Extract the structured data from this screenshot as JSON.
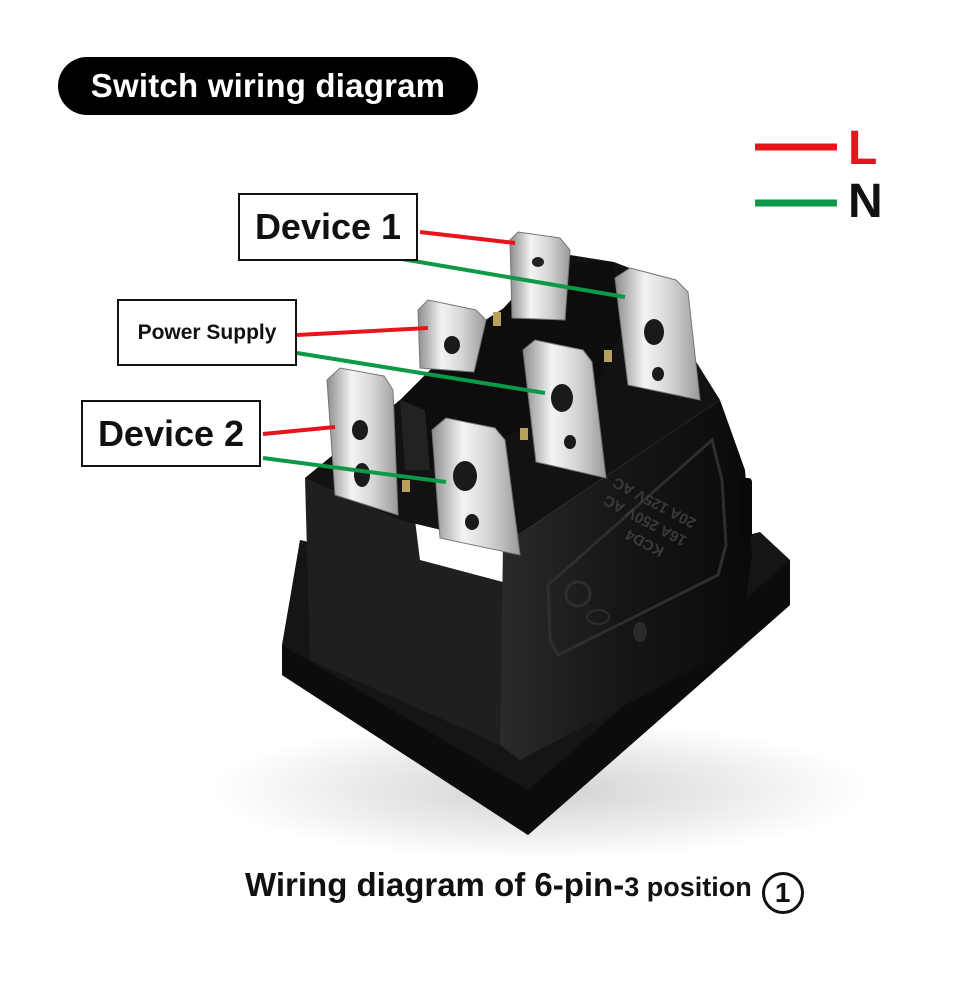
{
  "title": "Switch wiring diagram",
  "legend": {
    "l_label": "L",
    "n_label": "N",
    "l_color": "#e8141b",
    "n_color": "#0c9a48"
  },
  "labels": {
    "device1": "Device 1",
    "power_supply": "Power Supply",
    "device2": "Device 2"
  },
  "switch_marking": [
    "KCD4",
    "16A 250V AC",
    "20A 125V AC"
  ],
  "caption": {
    "main": "Wiring diagram of 6-pin-",
    "position": "3 position",
    "number": "1"
  }
}
